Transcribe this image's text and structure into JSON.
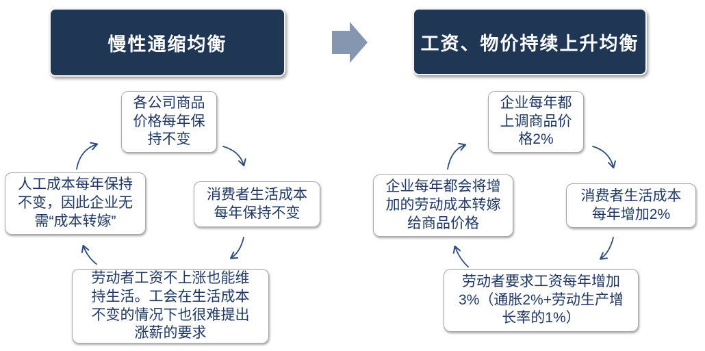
{
  "colors": {
    "canvas-bg": "#FFFFFF",
    "header-bg": "#1F3655",
    "header-text": "#FFFFFF",
    "box-text": "#1F3864",
    "box-border": "#A9A9A9",
    "arrow": "#2E4D7B",
    "block-arrow": "#8496B0"
  },
  "left_diagram": {
    "title": "慢性通缩均衡",
    "nodes": {
      "top": "各公司商品\n价格每年保\n持不变",
      "right": "消费者生活成本\n每年保持不变",
      "bottom": "劳动者工资不上涨也能维\n持生活。工会在生活成本\n不变的情况下也很难提出\n涨薪的要求",
      "left": "人工成本每年保持\n不变，因此企业无\n需“成本转嫁”"
    }
  },
  "right_diagram": {
    "title": "工资、物价持续上升均衡",
    "nodes": {
      "top": "企业每年都\n上调商品价\n格2%",
      "right": "消费者生活成本\n每年增加2%",
      "bottom": "劳动者要求工资每年增加\n3%（通胀2%+劳动生产增\n长率的1%）",
      "left": "企业每年都会将增\n加的劳动成本转嫁\n给商品价格"
    }
  },
  "transition_arrow": {
    "icon": "right-block-arrow"
  }
}
